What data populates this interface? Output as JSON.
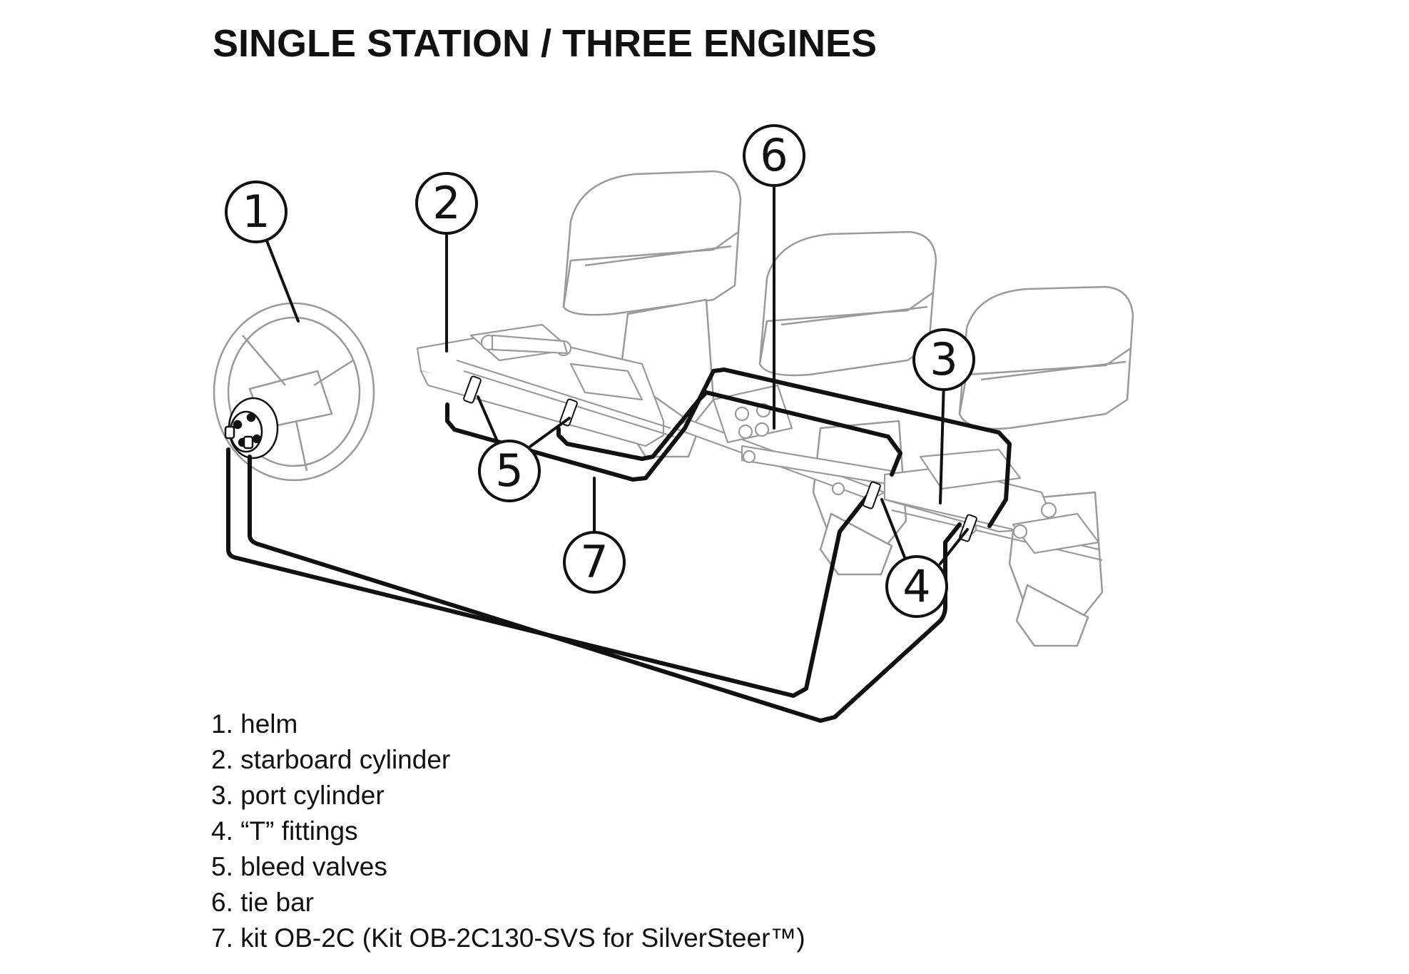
{
  "title": "SINGLE STATION / THREE ENGINES",
  "callouts": [
    "1",
    "2",
    "3",
    "4",
    "5",
    "6",
    "7"
  ],
  "legend": [
    "1. helm",
    "2. starboard cylinder",
    "3. port cylinder",
    "4. “T” fittings",
    "5. bleed valves",
    "6. tie bar",
    "7. kit OB-2C (Kit OB-2C130-SVS for SilverSteer™)"
  ],
  "colors": {
    "outline": "#9a9a9a",
    "hose": "#111111",
    "background": "#ffffff"
  }
}
